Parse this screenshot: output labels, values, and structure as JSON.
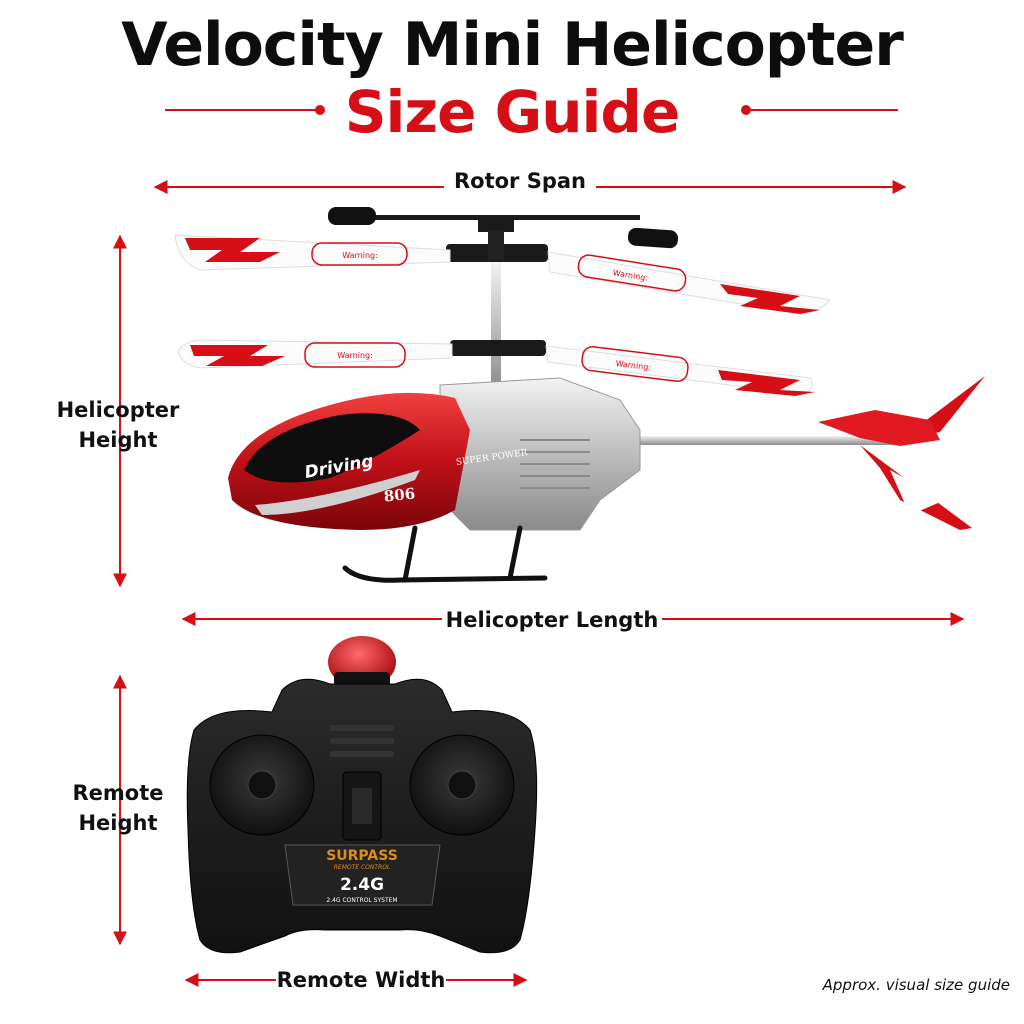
{
  "title": "Velocity Mini Helicopter",
  "subtitle": "Size Guide",
  "dimensions": {
    "rotor_span": "Rotor Span",
    "helicopter_height_line1": "Helicopter",
    "helicopter_height_line2": "Height",
    "helicopter_length": "Helicopter Length",
    "remote_height_line1": "Remote",
    "remote_height_line2": "Height",
    "remote_width": "Remote Width"
  },
  "note": "Approx. visual size guide",
  "helicopter": {
    "body_text": "Driving",
    "model_number": "806",
    "badge_text": "SUPER POWER",
    "blade_warning": "Warning:"
  },
  "remote": {
    "brand": "SURPASS",
    "brand_sub": "REMOTE CONTROL",
    "frequency": "2.4G",
    "system_text": "2.4G CONTROL SYSTEM"
  },
  "colors": {
    "accent": "#d60f16",
    "text": "#0d0d0d",
    "remote_body": "#1c1c1c",
    "silver": "#c9c9c9"
  }
}
